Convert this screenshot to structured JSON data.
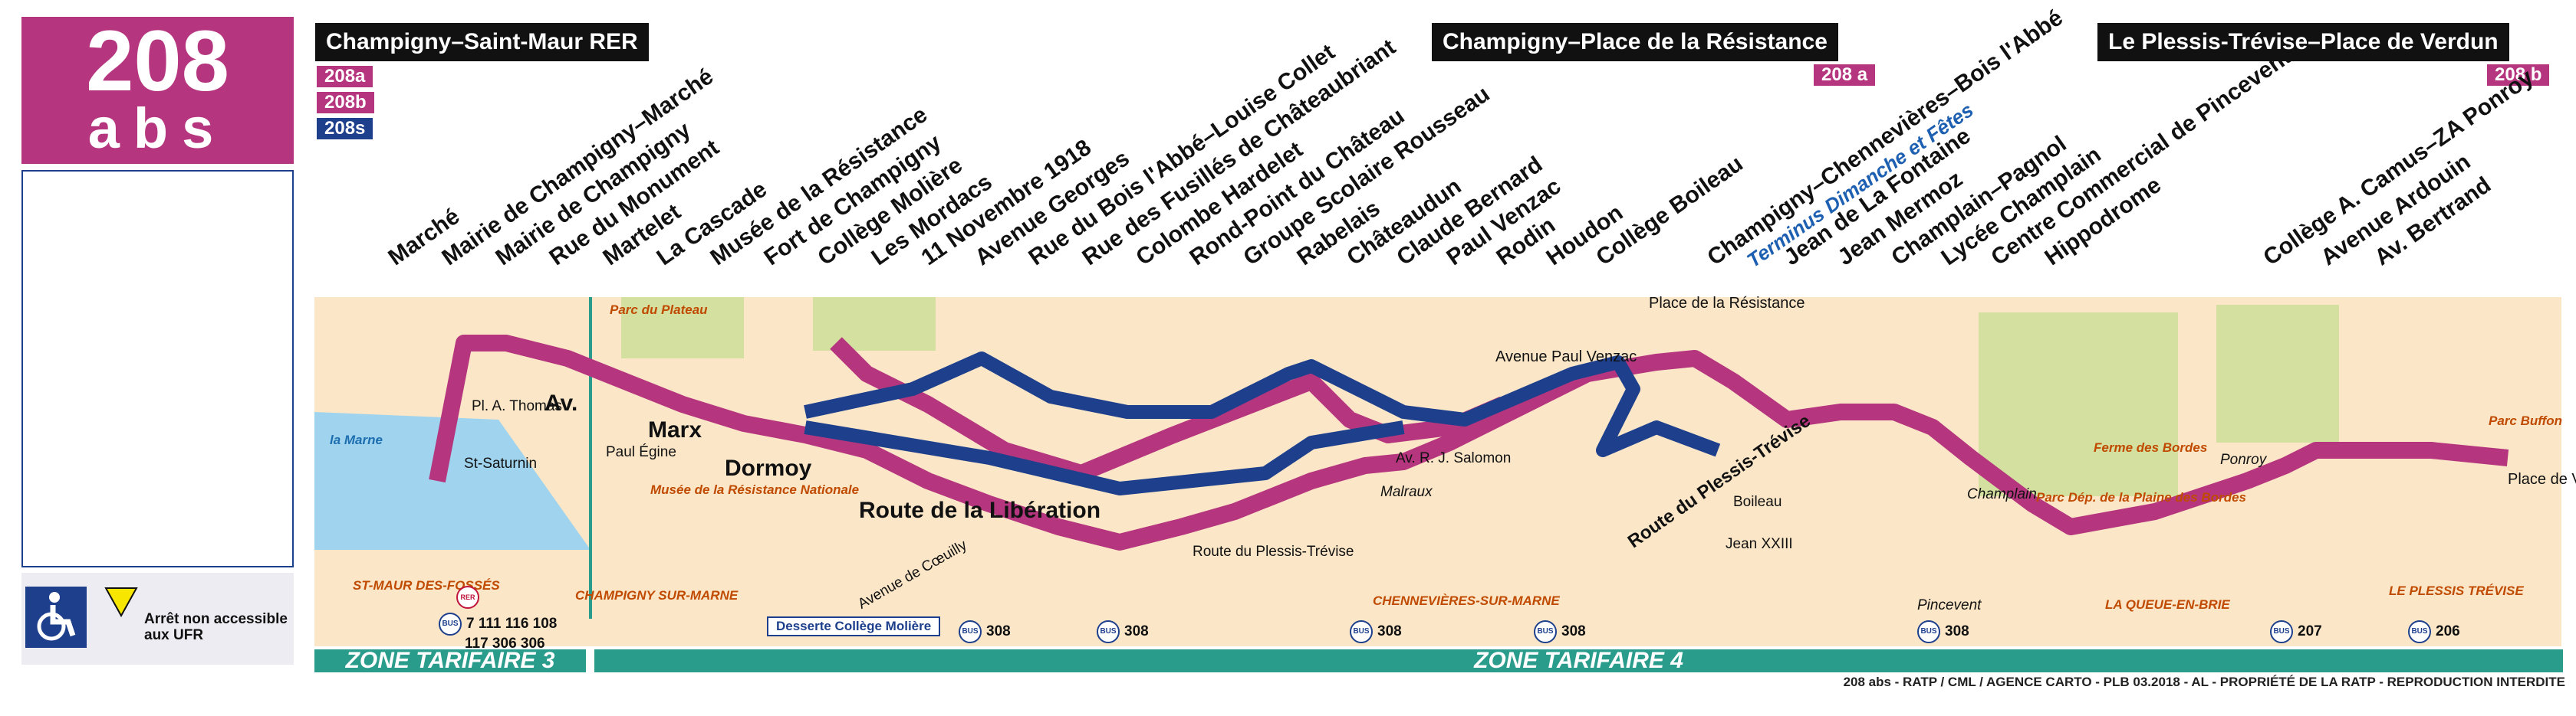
{
  "line": {
    "number": "208",
    "suffix": "abs"
  },
  "legend": {
    "ufr_text_1": "Arrêt non accessible",
    "ufr_text_2": "aux UFR"
  },
  "terminus": {
    "left": "Champigny–Saint-Maur RER",
    "middle": "Champigny–Place de la Résistance",
    "right": "Le Plessis-Trévise–Place de Verdun"
  },
  "variants": {
    "a": "208a",
    "b": "208b",
    "s": "208s",
    "middle_tag": "208 a",
    "right_tag": "208 b"
  },
  "stops": [
    "Marché",
    "Mairie de Champigny–Marché",
    "Mairie de Champigny",
    "Rue du Monument",
    "Martelet",
    "La Cascade",
    "Musée de la Résistance",
    "Fort de Champigny",
    "Collège Molière",
    "Les Mordacs",
    "11 Novembre 1918",
    "Avenue Georges",
    "Rue du Bois l'Abbé–Louise Collet",
    "Rue des Fusillés de Châteaubriant",
    "Colombe Hardelet",
    "Rond-Point du Château",
    "Groupe Scolaire Rousseau",
    "Rabelais",
    "Châteaudun",
    "Claude Bernard",
    "Paul Venzac",
    "Rodin",
    "Houdon",
    "Collège Boileau",
    "Champigny–Chennevières–Bois l'Abbé",
    "Jean de La Fontaine",
    "Jean Mermoz",
    "Champlain–Pagnol",
    "Lycée Champlain",
    "Centre Commercial de Pincevent",
    "Hippodrome",
    "Collège A. Camus–ZA Ponroy",
    "Avenue Ardouin",
    "Av. Bertrand"
  ],
  "terminus_note": "Terminus Dimanche et Fêtes",
  "map_labels": {
    "place_residence": "Place de la Résistance",
    "place_verdun": "Place de Verdun",
    "marne": "la Marne",
    "st_maur": "ST-MAUR DES-FOSSÉS",
    "champigny": "CHAMPIGNY SUR-MARNE",
    "chennevieres": "CHENNEVIÈRES-SUR-MARNE",
    "queue": "LA QUEUE-EN-BRIE",
    "plessis": "LE PLESSIS TRÉVISE",
    "parc_plateau": "Parc du Plateau",
    "musee": "Musée de la Résistance Nationale",
    "parc_buffon": "Parc Buffon",
    "ferme": "Ferme des Bordes",
    "parc_bordes": "Parc Dép. de la Plaine des Bordes",
    "desserte": "Desserte Collège Molière",
    "rue_marx": "Marx",
    "rue_dormoy": "Dormoy",
    "route_liberation": "Route de la Libération",
    "route_plessis": "Route du Plessis-Trévise",
    "route_plessis2": "Route du Plessis-Trévise",
    "avenue_coeuilly": "Avenue de Cœuilly",
    "av_label": "Av.",
    "paul_egine": "Paul Égine",
    "pl_thomas": "Pl. A. Thomas",
    "av_salomon": "Av. R. J. Salomon",
    "boileau": "Boileau",
    "jean23": "Jean XXIII",
    "pincevent": "Pincevent",
    "champlain": "Champlain",
    "malraux": "Malraux",
    "ponroy": "Ponroy",
    "st_saturnin": "St-Saturnin",
    "rue_georges": "Avenue Paul Venzac"
  },
  "bus_connections": [
    {
      "lines": "7 111 116 108",
      "lines2": "117 306 306"
    },
    {
      "lines": "308"
    },
    {
      "lines": "308"
    },
    {
      "lines": "308"
    },
    {
      "lines": "308"
    },
    {
      "lines": "308"
    },
    {
      "lines": "207"
    },
    {
      "lines": "206"
    }
  ],
  "bus_icon": "BUS",
  "rer": "RER",
  "zones": {
    "z3": "ZONE TARIFAIRE 3",
    "z4": "ZONE TARIFAIRE 4"
  },
  "credit": "208 abs - RATP / CML / AGENCE CARTO - PLB 03.2018 - AL - PROPRIÉTÉ DE LA RATP - REPRODUCTION INTERDITE",
  "colors": {
    "magenta": "#b5367e",
    "blue": "#1d3f8c",
    "sand": "#fbe7c8",
    "green": "#d4e0a0",
    "water": "#9fd3ee",
    "zone": "#2a9c8c"
  }
}
